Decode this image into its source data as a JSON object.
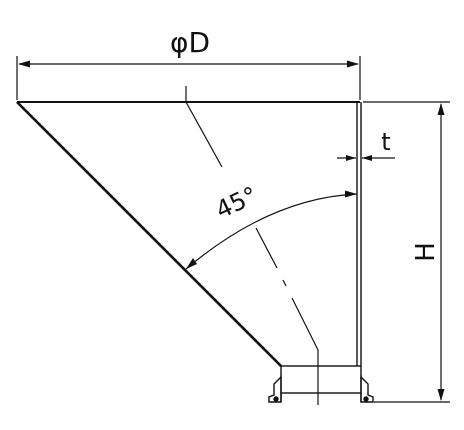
{
  "drawing": {
    "labels": {
      "diameter": "φD",
      "height": "H",
      "thickness": "t",
      "angle": "45°"
    }
  }
}
